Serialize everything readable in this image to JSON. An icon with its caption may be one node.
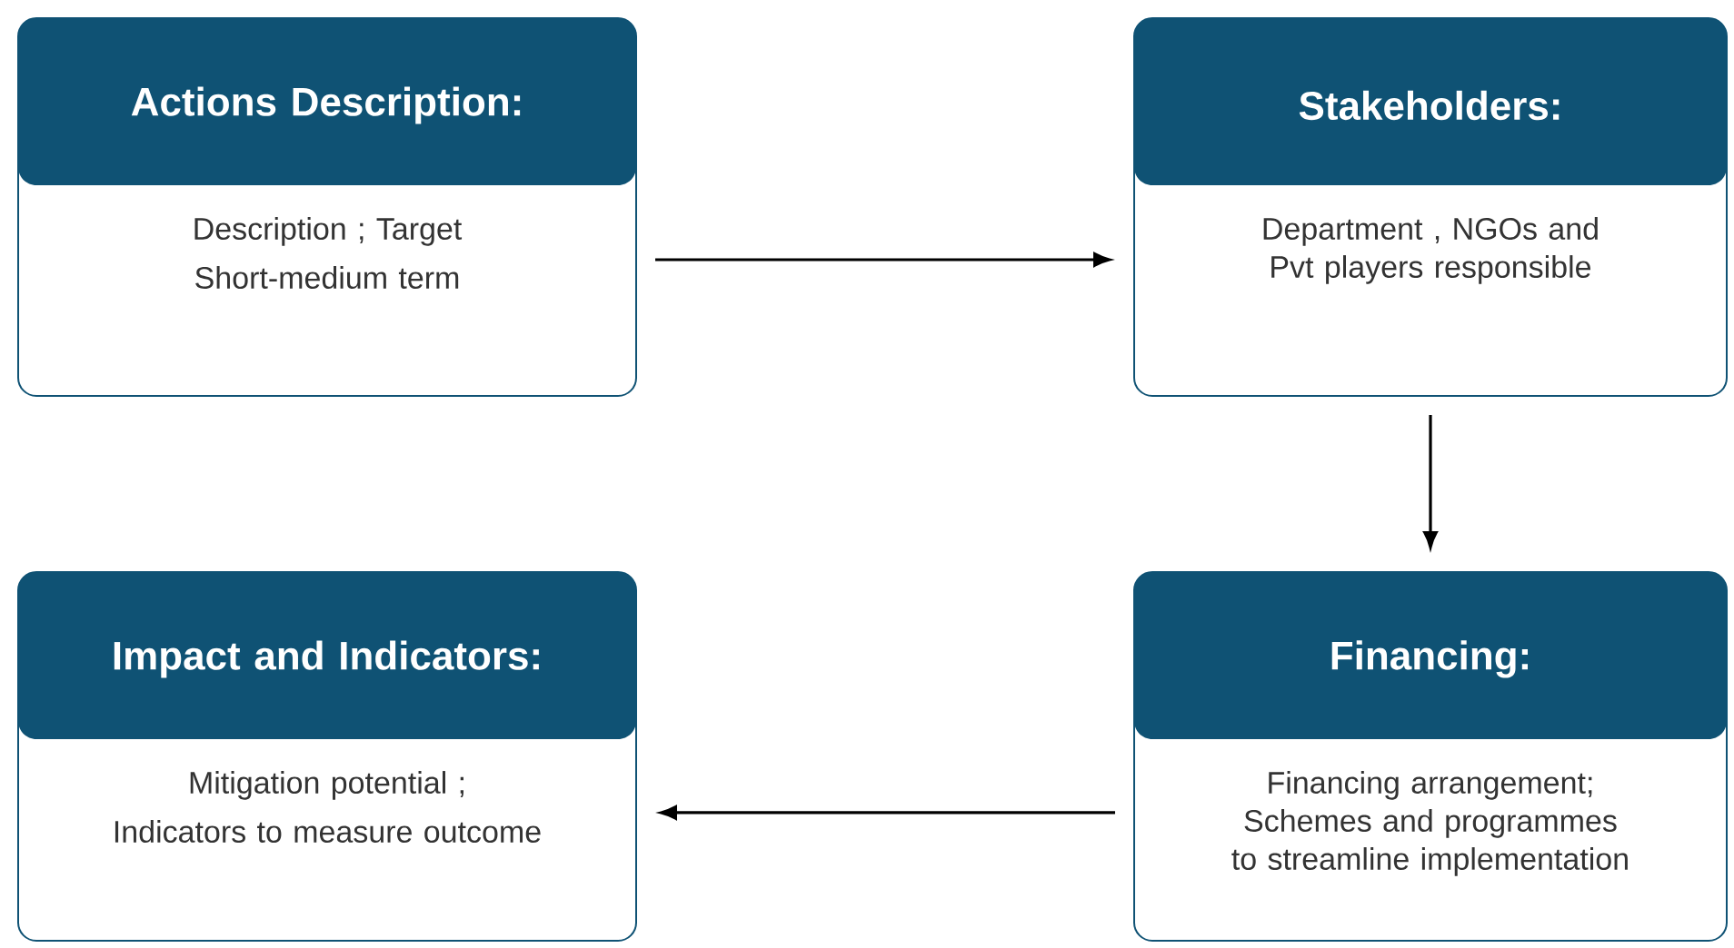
{
  "diagram": {
    "nodes": [
      {
        "text": [
          "Actions Description:",
          "Description ; Target",
          "Short-medium term"
        ]
      },
      {
        "text": [
          "Stakeholders:",
          "Department , NGOs and Pvt players responsible"
        ]
      },
      {
        "text": [
          "Financing:",
          "Financing arrangement; Schemes and programmes to streamline implementation"
        ]
      },
      {
        "text": [
          "Impact and Indicators:",
          "Mitigation potential ;",
          "Indicators to measure outcome"
        ]
      }
    ],
    "edges": [
      {
        "from": 0,
        "to": 1,
        "arrow": "to"
      },
      {
        "from": 1,
        "to": 2,
        "arrow": "to"
      },
      {
        "from": 2,
        "to": 3,
        "arrow": "to"
      }
    ]
  }
}
